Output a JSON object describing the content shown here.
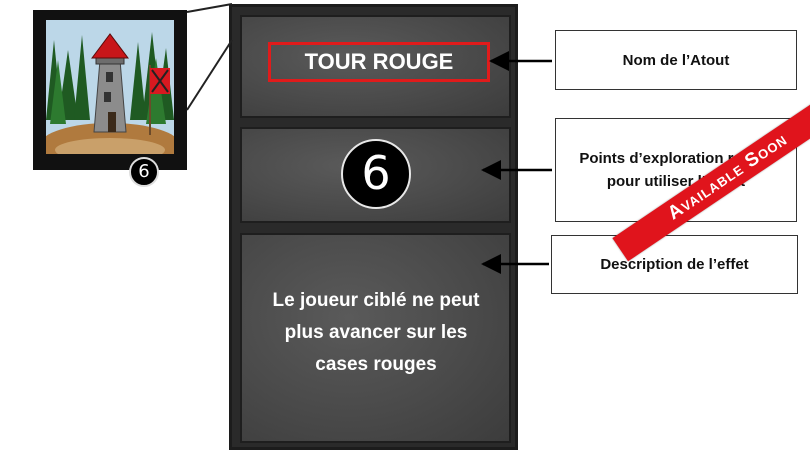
{
  "card": {
    "name": "TOUR ROUGE",
    "cost": "6",
    "description": "Le joueur ciblé ne peut plus avancer sur les cases rouges"
  },
  "thumbnail": {
    "cost": "6",
    "art": "tower-illustration"
  },
  "labels": {
    "name": "Nom de l’Atout",
    "cost": "Points d’exploration requis pour utiliser l’Atout",
    "description": "Description de l’effet"
  },
  "banner": {
    "text": "Available Soon"
  },
  "colors": {
    "title_border": "#e01b1b",
    "banner": "#e0141c",
    "card_stone": "#4a4a4a"
  }
}
